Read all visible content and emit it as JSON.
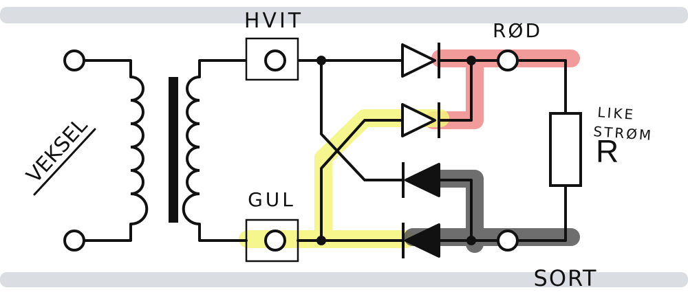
{
  "labels": {
    "ac": "VEKSEL",
    "white_terminal": "HVIT",
    "yellow_terminal": "GUL",
    "red_terminal": "RØD",
    "black_terminal": "SORT",
    "dc_line1": "LIKE",
    "dc_line2": "STRØM",
    "resistor": "R"
  },
  "colors": {
    "wire": "#111111",
    "highlight_red": "#f08a8a",
    "highlight_yellow": "#f5f57a",
    "highlight_black": "#555555",
    "band": "#dadde1"
  }
}
